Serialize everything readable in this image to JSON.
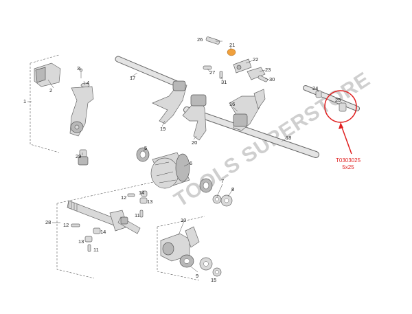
{
  "parts": {
    "p1": "1",
    "p2": "2",
    "p3": "3",
    "p4": "4",
    "p5": "5",
    "p6": "6",
    "p7": "7",
    "p8": "8",
    "p9": "9",
    "p10": "10",
    "p11": "11",
    "p11b": "11",
    "p12": "12",
    "p12b": "12",
    "p13": "13",
    "p13b": "13",
    "p14": "14",
    "p14b": "14",
    "p15": "15",
    "p16": "16",
    "p17": "17",
    "p18": "18",
    "p19": "19",
    "p20": "20",
    "p21": "21",
    "p22": "22",
    "p23": "23",
    "p24": "24",
    "p25": "25",
    "p26": "26",
    "p27": "27",
    "p28": "28",
    "p29": "29",
    "p30": "30",
    "p31": "31"
  },
  "watermark": "TOOLS SUPERSTORE",
  "callout": {
    "code": "T0303025",
    "size": "5x25"
  },
  "colors": {
    "highlight": "#e02020",
    "watermark": "#cfcfcf",
    "accent_part": "#f0a03c"
  }
}
